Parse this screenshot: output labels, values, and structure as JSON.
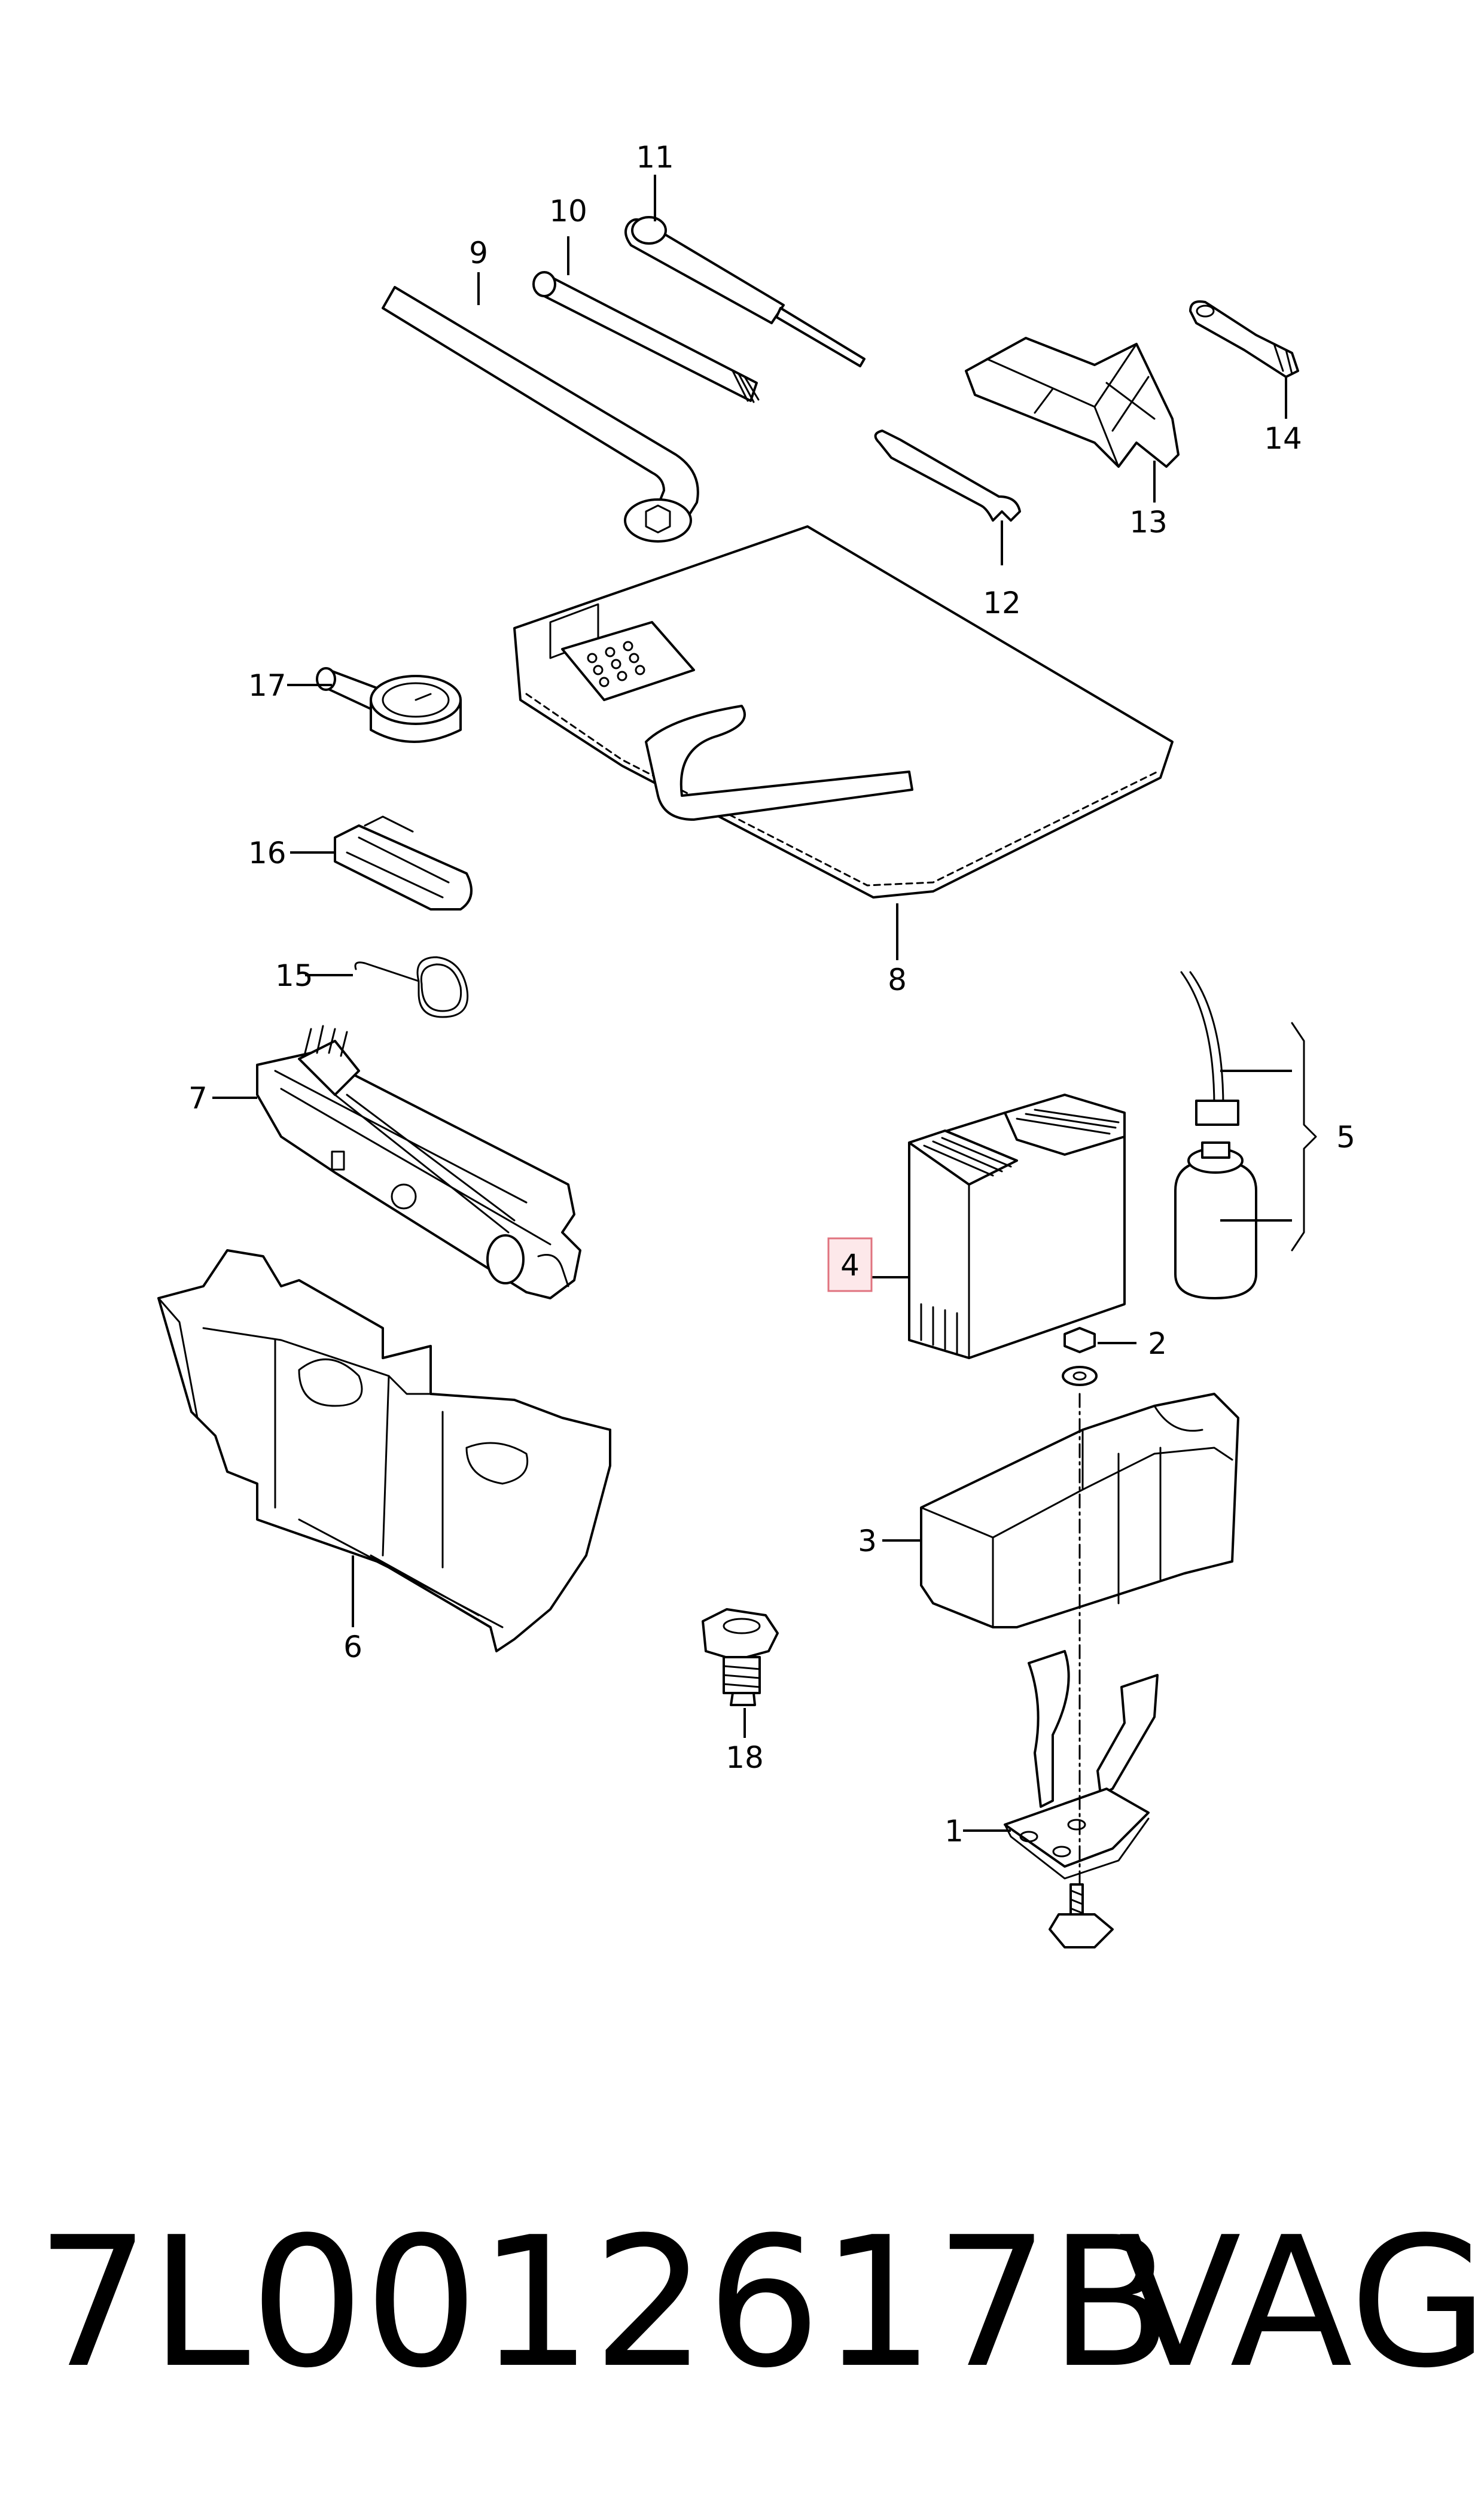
{
  "callouts": [
    {
      "id": "1",
      "label": "1"
    },
    {
      "id": "2",
      "label": "2"
    },
    {
      "id": "3",
      "label": "3"
    },
    {
      "id": "4",
      "label": "4",
      "highlighted": true
    },
    {
      "id": "5",
      "label": "5"
    },
    {
      "id": "6",
      "label": "6"
    },
    {
      "id": "7",
      "label": "7"
    },
    {
      "id": "8",
      "label": "8"
    },
    {
      "id": "9",
      "label": "9"
    },
    {
      "id": "10",
      "label": "10"
    },
    {
      "id": "11",
      "label": "11"
    },
    {
      "id": "12",
      "label": "12"
    },
    {
      "id": "13",
      "label": "13"
    },
    {
      "id": "14",
      "label": "14"
    },
    {
      "id": "15",
      "label": "15"
    },
    {
      "id": "16",
      "label": "16"
    },
    {
      "id": "17",
      "label": "17"
    },
    {
      "id": "18",
      "label": "18"
    }
  ],
  "footer": {
    "part_number": "7L0012617B",
    "brand": "VAG"
  },
  "colors": {
    "line": "#000000",
    "background": "#ffffff",
    "highlight_fill": "#fde8ea",
    "highlight_stroke": "#e0737f"
  }
}
